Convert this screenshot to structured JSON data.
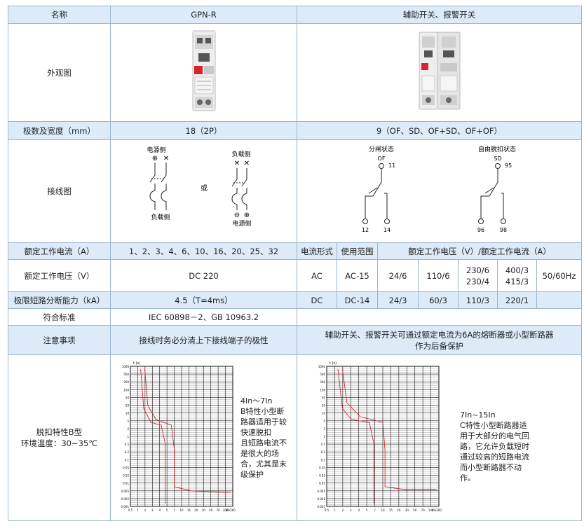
{
  "header": {
    "col1": "名称",
    "col2": "GPN-R",
    "col3": "辅助开关、报警开关"
  },
  "appearance": {
    "label": "外观图"
  },
  "poles": {
    "label": "极数及宽度（mm）",
    "gpn": "18（2P）",
    "aux": "9（OF、SD、OF+SD、OF+OF）"
  },
  "wiring": {
    "label": "接线图",
    "top_label_left": "电源侧",
    "bottom_label_left": "负载侧",
    "or_text": "或",
    "top_label_right": "负载侧",
    "bottom_label_right": "电源侧",
    "of_title": "分闸状态",
    "of_name": "OF",
    "of_t1": "11",
    "of_t2": "12",
    "of_t3": "14",
    "sd_title": "自由脱扣状态",
    "sd_name": "SD",
    "sd_t1": "95",
    "sd_t2": "96",
    "sd_t3": "98"
  },
  "current": {
    "label": "额定工作电流（A）",
    "values": "1、2、3、4、6、10、16、20、25、32",
    "col_form": "电流形式",
    "col_range": "使用范围",
    "col_rating": "额定工作电压（V）/额定工作电流（A）"
  },
  "voltage": {
    "label": "额定工作电压（V）",
    "value": "DC 220",
    "ac": "AC",
    "ac_cat": "AC-15",
    "ac_v1": "24/6",
    "ac_v2": "110/6",
    "ac_v3a": "230/6",
    "ac_v3b": "230/4",
    "ac_v4a": "400/3",
    "ac_v4b": "415/3",
    "ac_freq": "50/60Hz"
  },
  "breaking": {
    "label": "极限短路分断能力（kA）",
    "value": "4.5（T=4ms）",
    "dc": "DC",
    "dc_cat": "DC-14",
    "dc_v1": "24/3",
    "dc_v2": "60/3",
    "dc_v3": "110/3",
    "dc_v4": "220/1"
  },
  "standard": {
    "label": "符合标准",
    "value": "IEC 60898－2、GB 10963.2"
  },
  "notes": {
    "label": "注意事项",
    "gpn": "接线时务必分清上下接线端子的极性",
    "aux_line1": "辅助开关、报警开关可通过额定电流为6A的熔断器或小型断路器",
    "aux_line2": "作为后备保护"
  },
  "trip": {
    "label_line1": "脱扣特性B型",
    "label_line2": "环境温度：30~35℃",
    "b_text": [
      "4In～7In",
      "B特性小型断",
      "路器适用于较",
      "快速脱扣",
      "且短路电流不",
      "是很大的场",
      "合，尤其是末",
      "级保护"
    ],
    "c_text": [
      "7In~15In",
      "C特性小型断路器适",
      "用于大部分的电气回",
      "路，它允许负载短时",
      "通过较高的短路电流",
      "而小型断路器不动",
      "作。"
    ],
    "y_unit": "t (s)",
    "x_unit": "I/In",
    "y_ticks": [
      "1000",
      "500",
      "200",
      "100",
      "50",
      "20",
      "10",
      "5",
      "2",
      "1",
      "0.5",
      "0.2",
      "0.1",
      "0.05",
      "0.02",
      "0.01",
      "0.005",
      "0.002",
      "0.001"
    ],
    "x_ticks": [
      "0.5",
      "1",
      "2",
      "3",
      "4",
      "5",
      "7",
      "10",
      "15",
      "20",
      "30",
      "50",
      "70",
      "100",
      "200"
    ]
  },
  "colors": {
    "border": "#9ab6cc",
    "row_fill": "#dcebf7",
    "curve": "#d9232d"
  }
}
